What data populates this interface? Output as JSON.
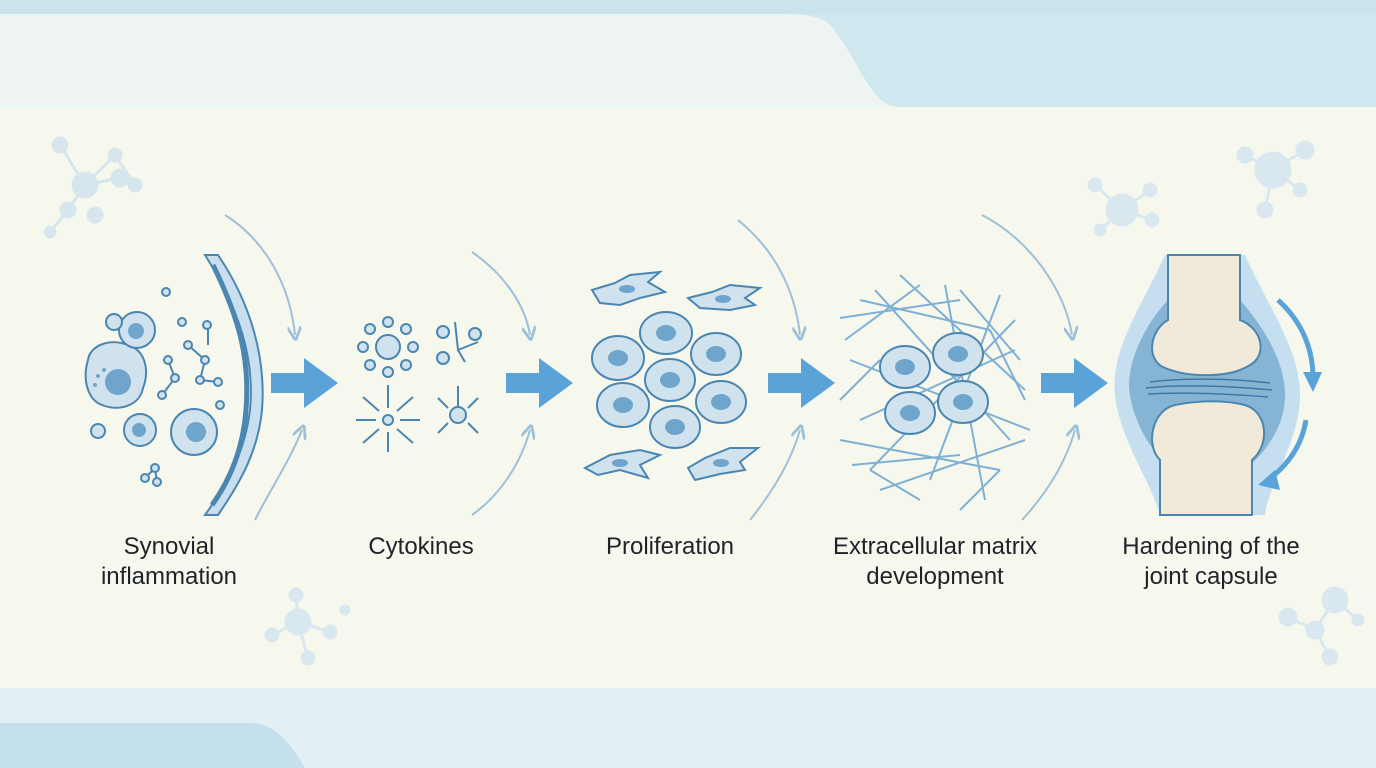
{
  "stages": [
    {
      "id": "synovial-inflammation",
      "line1": "Synovial",
      "line2": "inflammation"
    },
    {
      "id": "cytokines",
      "line1": "Cytokines",
      "line2": ""
    },
    {
      "id": "proliferation",
      "line1": "Proliferation",
      "line2": ""
    },
    {
      "id": "extracellular-matrix",
      "line1": "Extracellular matrix",
      "line2": "development"
    },
    {
      "id": "hardening",
      "line1": "Hardening of the",
      "line2": "joint capsule"
    }
  ],
  "colors": {
    "accent": "#5aa3d9",
    "cell_fill": "#cfe2ee",
    "cell_stroke": "#4a86b0",
    "nucleus": "#6fa5cc",
    "curve": "#9cc0d8",
    "bone": "#f1ead9",
    "background": "#f6f8ee",
    "band": "#c8e3ee"
  }
}
